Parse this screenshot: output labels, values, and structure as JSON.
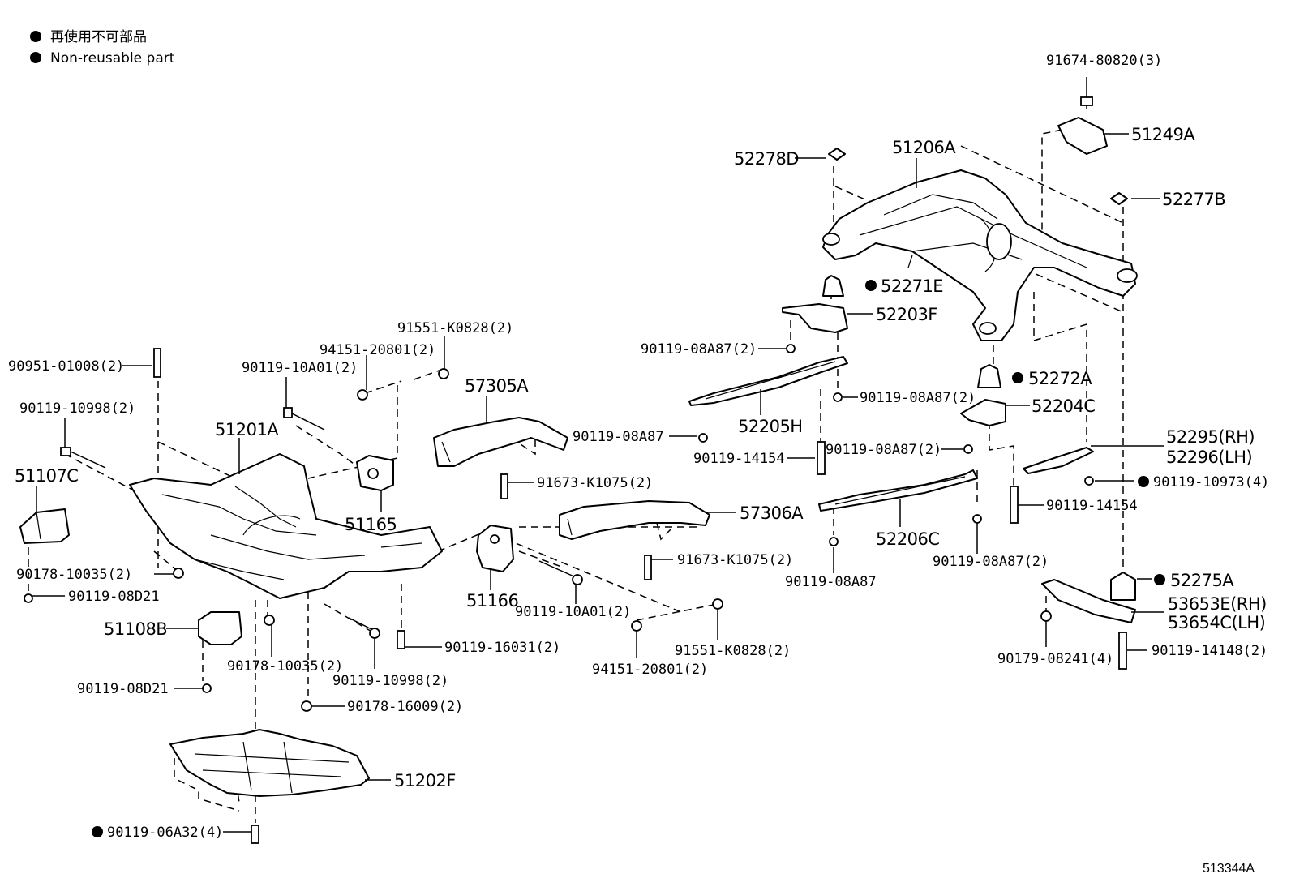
{
  "legend": {
    "line1": "再使用不可部品",
    "line2": "Non-reusable part"
  },
  "diagram_ref": "513344A",
  "labels": {
    "p91674": "91674-80820(3)",
    "p51249A": "51249A",
    "p52278D": "52278D",
    "p51206A": "51206A",
    "p52277B": "52277B",
    "p52271E": "52271E",
    "p52203F": "52203F",
    "p90119_08A87_a": "90119-08A87(2)",
    "p52272A": "52272A",
    "p90119_08A87_b": "90119-08A87(2)",
    "p52204C": "52204C",
    "p52205H": "52205H",
    "p90119_08A87_c": "90119-08A87",
    "p90119_08A87_d": "90119-08A87(2)",
    "p52295": "52295(RH)",
    "p52296": "52296(LH)",
    "p90119_14154_a": "90119-14154",
    "p90119_10973": "90119-10973(4)",
    "p90119_14154_b": "90119-14154",
    "p52206C": "52206C",
    "p90119_08A87_e": "90119-08A87(2)",
    "p90119_08A87_f": "90119-08A87",
    "p52275A": "52275A",
    "p53653E": "53653E(RH)",
    "p53654C": "53654C(LH)",
    "p90179": "90179-08241(4)",
    "p90119_14148": "90119-14148(2)",
    "p91551_a": "91551-K0828(2)",
    "p94151_a": "94151-20801(2)",
    "p90119_10A01_a": "90119-10A01(2)",
    "p90951": "90951-01008(2)",
    "p90119_10998_a": "90119-10998(2)",
    "p51201A": "51201A",
    "p51107C": "51107C",
    "p57305A": "57305A",
    "p91673_a": "91673-K1075(2)",
    "p51165": "51165",
    "p57306A": "57306A",
    "p91673_b": "91673-K1075(2)",
    "p90178_10035_a": "90178-10035(2)",
    "p90119_08D21_a": "90119-08D21",
    "p51166": "51166",
    "p90119_10A01_b": "90119-10A01(2)",
    "p51108B": "51108B",
    "p90119_16031": "90119-16031(2)",
    "p91551_b": "91551-K0828(2)",
    "p94151_b": "94151-20801(2)",
    "p90178_10035_b": "90178-10035(2)",
    "p90119_10998_b": "90119-10998(2)",
    "p90119_08D21_b": "90119-08D21",
    "p90178_16009": "90178-16009(2)",
    "p51202F": "51202F",
    "p90119_06A32": "90119-06A32(4)"
  }
}
